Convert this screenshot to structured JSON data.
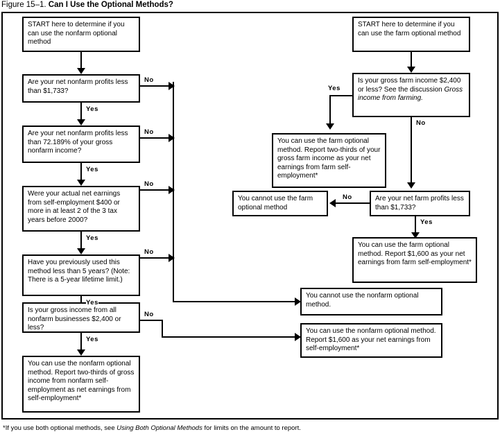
{
  "figure": {
    "label": "Figure 15–1.",
    "title": "Can I Use the Optional Methods?"
  },
  "footnote": {
    "prefix": "*If you use both optional methods, see ",
    "italic": "Using Both Optional Methods",
    "suffix": " for limits on the amount to report."
  },
  "edge_labels": {
    "yes": "Yes",
    "no": "No"
  },
  "nonfarm": {
    "start": "START here to determine if you can use the nonfarm optional method",
    "q1": "Are your net nonfarm profits less than $1,733?",
    "q2": "Are your net nonfarm profits less than 72.189% of your gross nonfarm income?",
    "q3": "Were your actual net earnings from self-employment $400 or more in at least 2 of the 3 tax years before 2000?",
    "q4": "Have you previously used this method less than 5 years? (Note: There is a 5-year lifetime limit.)",
    "q5": "Is your gross income from all nonfarm businesses $2,400 or less?",
    "result_yes": "You can use the nonfarm optional method. Report two-thirds of gross income from nonfarm self-employment as net earnings from self-employment*",
    "result_cannot": "You cannot use the nonfarm optional method.",
    "result_1600": "You can use the nonfarm optional method. Report $1,600 as your net earnings from self-employment*"
  },
  "farm": {
    "start": "START here to determine if you can use the farm optional method",
    "q1_part1": "Is your gross farm income $2,400 or less? See the discussion ",
    "q1_italic": "Gross income from farming.",
    "result_two_thirds": "You can use the farm optional method. Report two-thirds of your gross farm income as your net earnings from farm self-employment*",
    "result_cannot": "You cannot use the farm optional method",
    "q2": "Are your net farm profits less than $1,733?",
    "result_1600": "You can use the farm optional method. Report $1,600 as your net earnings from farm self-employment*"
  },
  "colors": {
    "ink": "#000000",
    "paper": "#ffffff"
  }
}
